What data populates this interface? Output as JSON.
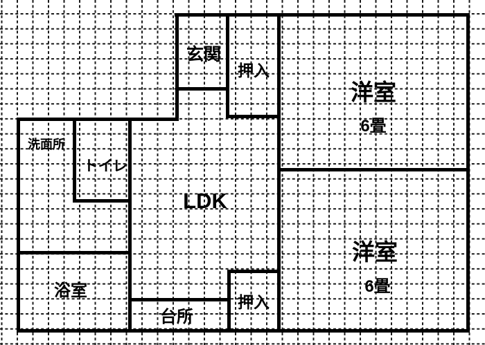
{
  "floorplan": {
    "type": "apartment-floor-plan",
    "background_color": "#ffffff",
    "wall_color": "#000000",
    "grid_color": "#1b1b1b",
    "rooms": [
      {
        "name": "genkan",
        "label": "玄関"
      },
      {
        "name": "oshiire-upper",
        "label": "押入"
      },
      {
        "name": "yoshitsu-upper",
        "label": "洋室",
        "size": "6畳"
      },
      {
        "name": "senmenjo",
        "label": "洗面所"
      },
      {
        "name": "toilet",
        "label": "トイレ"
      },
      {
        "name": "ldk",
        "label": "LDK"
      },
      {
        "name": "bathroom",
        "label": "浴室"
      },
      {
        "name": "kitchen",
        "label": "台所"
      },
      {
        "name": "oshiire-lower",
        "label": "押入"
      },
      {
        "name": "yoshitsu-lower",
        "label": "洋室",
        "size": "6畳"
      }
    ]
  }
}
